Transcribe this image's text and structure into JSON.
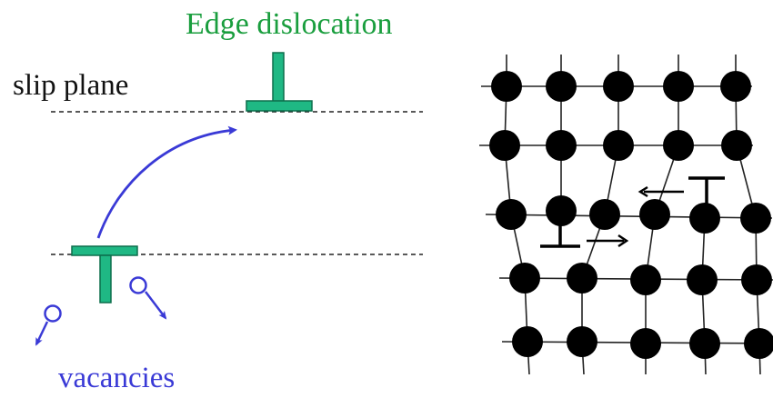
{
  "labels": {
    "title": "Edge dislocation",
    "slip_plane": "slip plane",
    "vacancies": "vacancies"
  },
  "colors": {
    "dislocation": "#1fb884",
    "dislocation_stroke": "#0d6e4c",
    "arrow": "#3a3ad6",
    "title_text": "#1a9e3e",
    "vacancy_text": "#3a3ad6",
    "text": "#111111",
    "atom": "#000000",
    "bond": "#222222"
  },
  "icons": {
    "dislocation_symbol": "inverted-t",
    "vacancy": "open-circle",
    "motion": "arrow"
  }
}
